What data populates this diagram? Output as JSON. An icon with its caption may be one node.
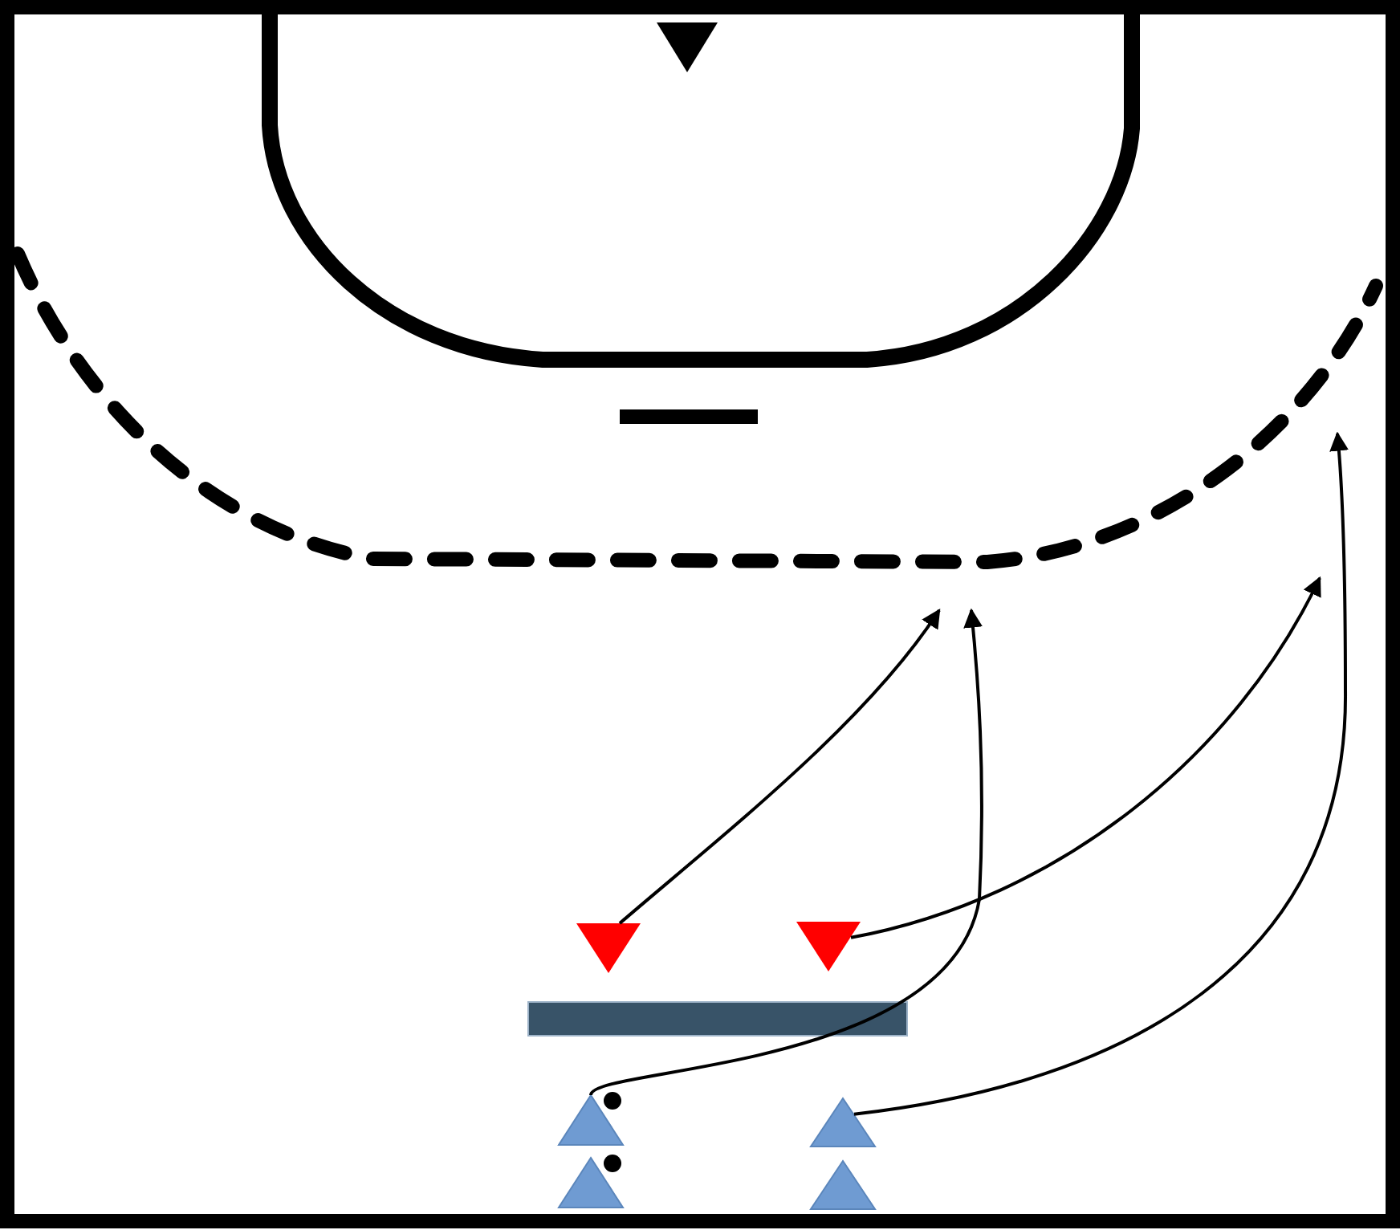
{
  "diagram": {
    "nodes": [
      {
        "text": [],
        "shape": "triangle"
      },
      {
        "text": [],
        "shape": "triangle"
      },
      {
        "text": [],
        "shape": "triangle"
      },
      {
        "text": [],
        "shape": "bar"
      },
      {
        "text": [],
        "shape": "triangle"
      },
      {
        "text": [],
        "shape": "triangle"
      },
      {
        "text": [],
        "shape": "triangle"
      },
      {
        "text": [],
        "shape": "triangle"
      }
    ],
    "edges": [
      {
        "from": 1,
        "to": null,
        "arrow": "to"
      },
      {
        "from": 2,
        "to": null,
        "arrow": "to"
      },
      {
        "from": 4,
        "to": null,
        "arrow": "to"
      },
      {
        "from": 5,
        "to": null,
        "arrow": "to"
      }
    ]
  }
}
